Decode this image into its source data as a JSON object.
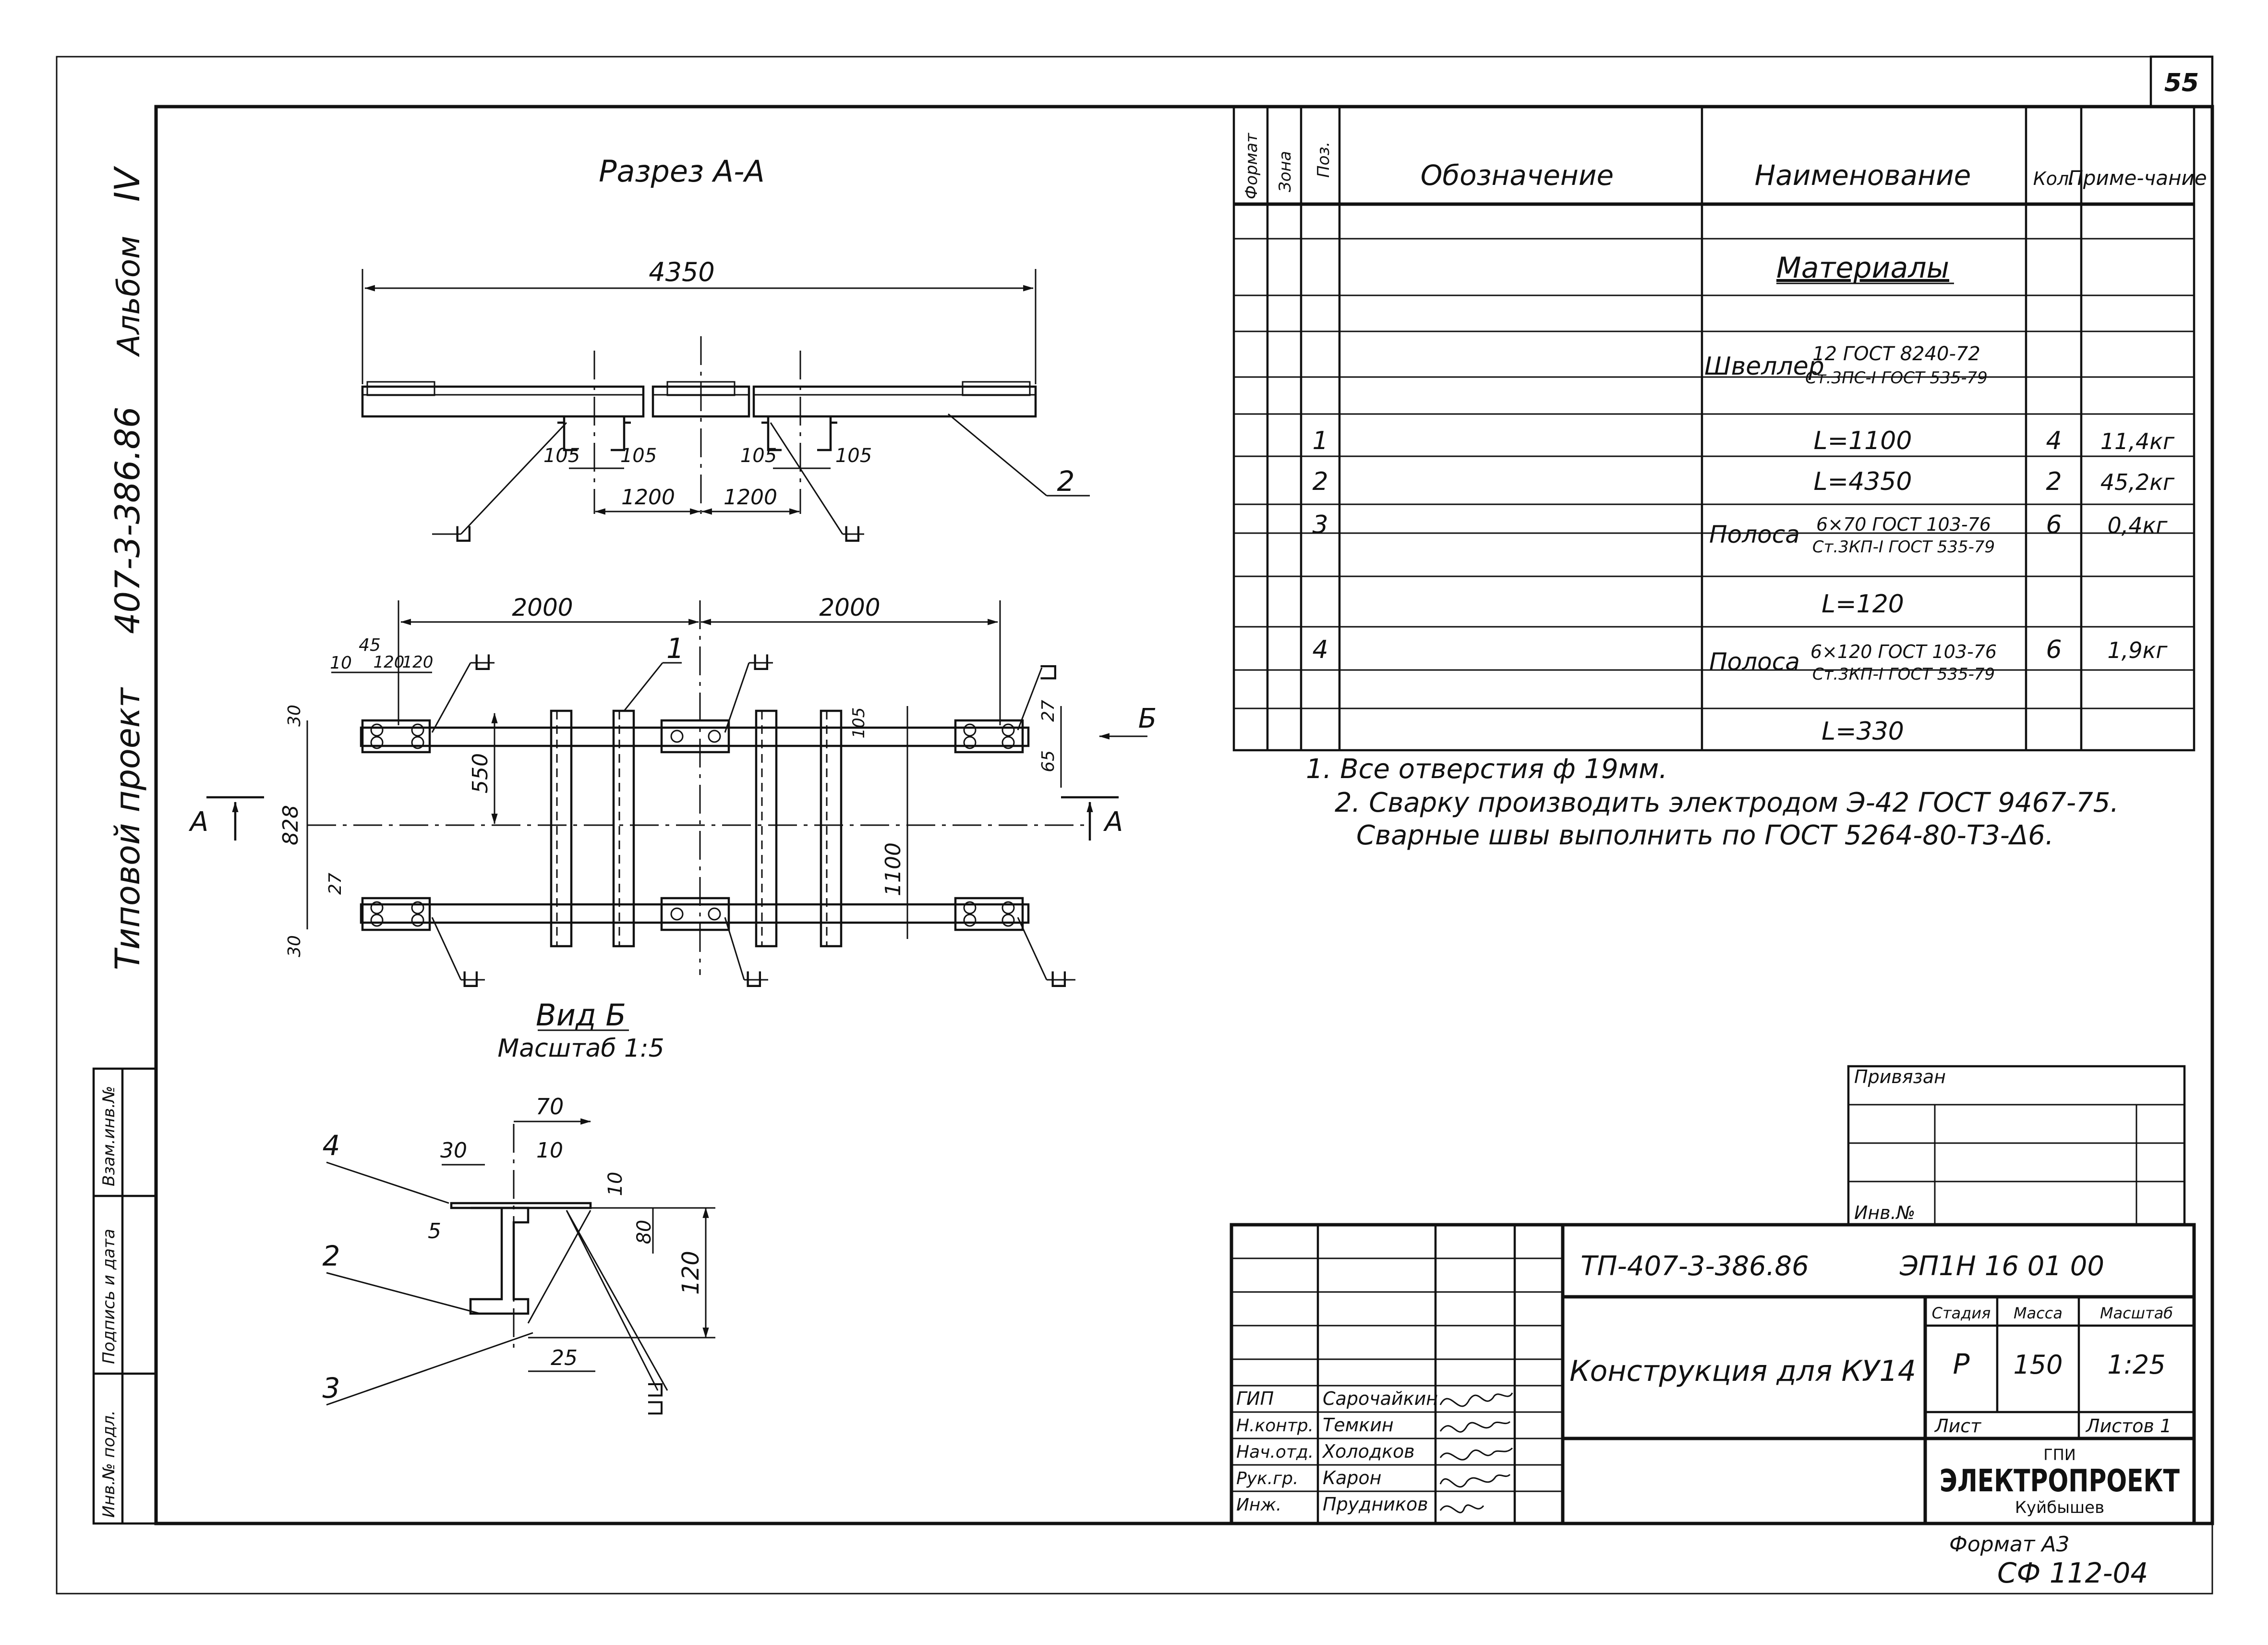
{
  "sheet": {
    "page_number": "55",
    "side_top_label": "Альбом",
    "side_album_number": "IV",
    "side_project_label": "Типовой проект",
    "side_project_number": "407-3-386.86",
    "format_label": "Формат А3",
    "form_code": "СФ 112-04"
  },
  "side_stamp": {
    "vzam": "Взам.инв.№",
    "podpis": "Подпись и дата",
    "inv": "Инв.№ подл."
  },
  "section_aa": {
    "title": "Разрез А-А",
    "dim_total": "4350",
    "dim_105_a": "105",
    "dim_105_b": "105",
    "dim_105_c": "105",
    "dim_105_d": "105",
    "dim_1200_a": "1200",
    "dim_1200_b": "1200",
    "leader_pos_2": "2",
    "weld_symbol_left": "⊔",
    "weld_symbol_right": "⊔"
  },
  "view_b": {
    "title": "Вид Б",
    "scale": "Масштаб 1:5",
    "dim_2000_left": "2000",
    "dim_2000_right": "2000",
    "dim_10": "10",
    "dim_45": "45",
    "dim_120_a": "120",
    "dim_120_b": "120",
    "dim_30_top": "30",
    "dim_30_bottom": "30",
    "dim_828": "828",
    "dim_550": "550",
    "dim_1100": "1100",
    "dim_27_left": "27",
    "dim_27_right": "27",
    "dim_65": "65",
    "dim_105": "105",
    "leader_pos_1": "1",
    "section_mark_a_left": "А",
    "section_mark_a_right": "А",
    "view_arrow_label": "Б",
    "weld_symbol": "⊔"
  },
  "detail": {
    "dim_70": "70",
    "dim_30": "30",
    "dim_10_top": "10",
    "dim_10_right": "10",
    "dim_5": "5",
    "dim_80": "80",
    "dim_120": "120",
    "dim_25": "25",
    "pos_4": "4",
    "pos_2": "2",
    "pos_3": "3",
    "weld_symbol": "⊔⊔"
  },
  "spec_table": {
    "headers": {
      "format": "Формат",
      "zone": "Зона",
      "pos": "Поз.",
      "designation": "Обозначение",
      "name": "Наименование",
      "qty": "Кол.",
      "note": "Приме-чание"
    },
    "section_title": "Материалы",
    "rows": [
      {
        "pos": "",
        "name_main": "Швеллер",
        "name_top": "12 ГОСТ 8240-72",
        "name_bottom": "Ст.3ПС-I ГОСТ 535-79",
        "qty": "",
        "note": ""
      },
      {
        "pos": "1",
        "name": "L=1100",
        "qty": "4",
        "note": "11,4кг"
      },
      {
        "pos": "2",
        "name": "L=4350",
        "qty": "2",
        "note": "45,2кг"
      },
      {
        "pos": "3",
        "name_main": "Полоса",
        "name_top": "6×70 ГОСТ 103-76",
        "name_bottom": "Ст.3КП-I ГОСТ 535-79",
        "qty": "6",
        "note": "0,4кг"
      },
      {
        "pos": "",
        "name": "L=120",
        "qty": "",
        "note": ""
      },
      {
        "pos": "4",
        "name_main": "Полоса",
        "name_top": "6×120 ГОСТ 103-76",
        "name_bottom": "Ст.3КП-I ГОСТ 535-79",
        "qty": "6",
        "note": "1,9кг"
      },
      {
        "pos": "",
        "name": "L=330",
        "qty": "",
        "note": ""
      }
    ]
  },
  "notes": [
    "1. Все отверстия ф 19мм.",
    "2. Сварку производить электродом Э-42  ГОСТ 9467-75.",
    "Сварные швы выполнить по ГОСТ 5264-80-Т3-Δ6."
  ],
  "binding": {
    "label": "Привязан",
    "inv_label": "Инв.№"
  },
  "title_block": {
    "project_code": "ТП-407-3-386.86",
    "doc_code": "ЭП1Н  16 01 00",
    "title": "Конструкция для КУ14",
    "stage_label": "Стадия",
    "mass_label": "Масса",
    "scale_label": "Масштаб",
    "stage": "Р",
    "mass": "150",
    "scale": "1:25",
    "sheet_label": "Лист",
    "sheets_label": "Листов 1",
    "org_top": "ГПИ",
    "org_main": "ЭЛЕКТРОПРОЕКТ",
    "org_city": "Куйбышев",
    "signatures": [
      {
        "role": "ГИП",
        "name": "Сарочайкин"
      },
      {
        "role": "Н.контр.",
        "name": "Темкин"
      },
      {
        "role": "Нач.отд.",
        "name": "Холодков"
      },
      {
        "role": "Рук.гр.",
        "name": "Карон"
      },
      {
        "role": "Инж.",
        "name": "Прудников"
      }
    ]
  }
}
